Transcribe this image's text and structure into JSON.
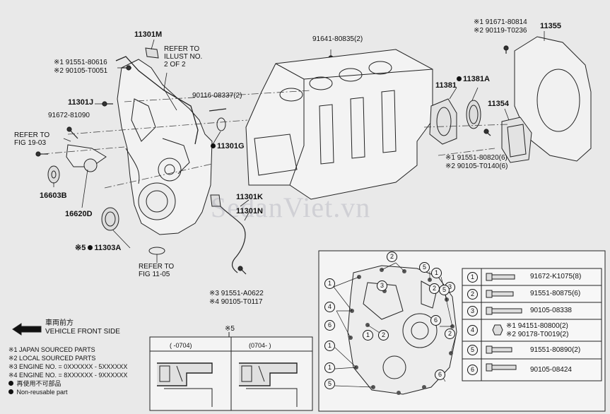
{
  "labels": {
    "p11301M": "11301M",
    "ref_illust": "REFER TO\nILLUST NO.\n2 OF 2",
    "p91641": "91641-80835(2)",
    "p91671": "※1 91671-80814",
    "p90119": "※2 90119-T0236",
    "p11355": "11355",
    "p91551_a1": "※1 91551-80616",
    "p90105_a2": "※2 90105-T0051",
    "p90116": "90116-08337(2)",
    "p11381": "11381",
    "p11381A": "11381A",
    "p11301J": "11301J",
    "p91672": "91672-81090",
    "p11354": "11354",
    "ref_fig19": "REFER TO\nFIG 19-03",
    "p11301G": "11301G",
    "p91551_b1": "※1 91551-80820(6)",
    "p90105_b2": "※2 90105-T0140(6)",
    "p16603B": "16603B",
    "p16620D": "16620D",
    "p11301K": "11301K",
    "p11301N": "11301N",
    "p11303A": "11303A",
    "ref_fig11": "REFER TO\nFIG 11-05",
    "p91551_c3": "※3 91551-A0622",
    "p90105_c4": "※4 90105-T0117",
    "star5_p": "※5",
    "star5_top": "※5"
  },
  "vehicle_front": {
    "jp": "車両前方",
    "en": "VEHICLE FRONT SIDE"
  },
  "legend": [
    "※1 JAPAN SOURCED PARTS",
    "※2 LOCAL SOURCED PARTS",
    "※3 ENGINE NO. = 0XXXXXX - 5XXXXXX",
    "※4 ENGINE NO. = 8XXXXXX - 9XXXXXX",
    "再使用不可部品",
    "Non-reusable part"
  ],
  "variants": {
    "left": "(      -0704)",
    "right": "(0704-      )"
  },
  "table": [
    {
      "n": "1",
      "part": "91672-K1075(8)"
    },
    {
      "n": "2",
      "part": "91551-80875(6)"
    },
    {
      "n": "3",
      "part": "90105-08338"
    },
    {
      "n": "4",
      "part": "※1 94151-80800(2)\n※2 90178-T0019(2)"
    },
    {
      "n": "5",
      "part": "91551-80890(2)"
    },
    {
      "n": "6",
      "part": "90105-08424"
    }
  ],
  "detail_callouts": [
    "1",
    "2",
    "4",
    "5",
    "6",
    "1",
    "3",
    "2",
    "6",
    "2",
    "1",
    "1",
    "5",
    "6",
    "5",
    "3",
    "2",
    "1"
  ],
  "watermark": "SedanViet.vn"
}
